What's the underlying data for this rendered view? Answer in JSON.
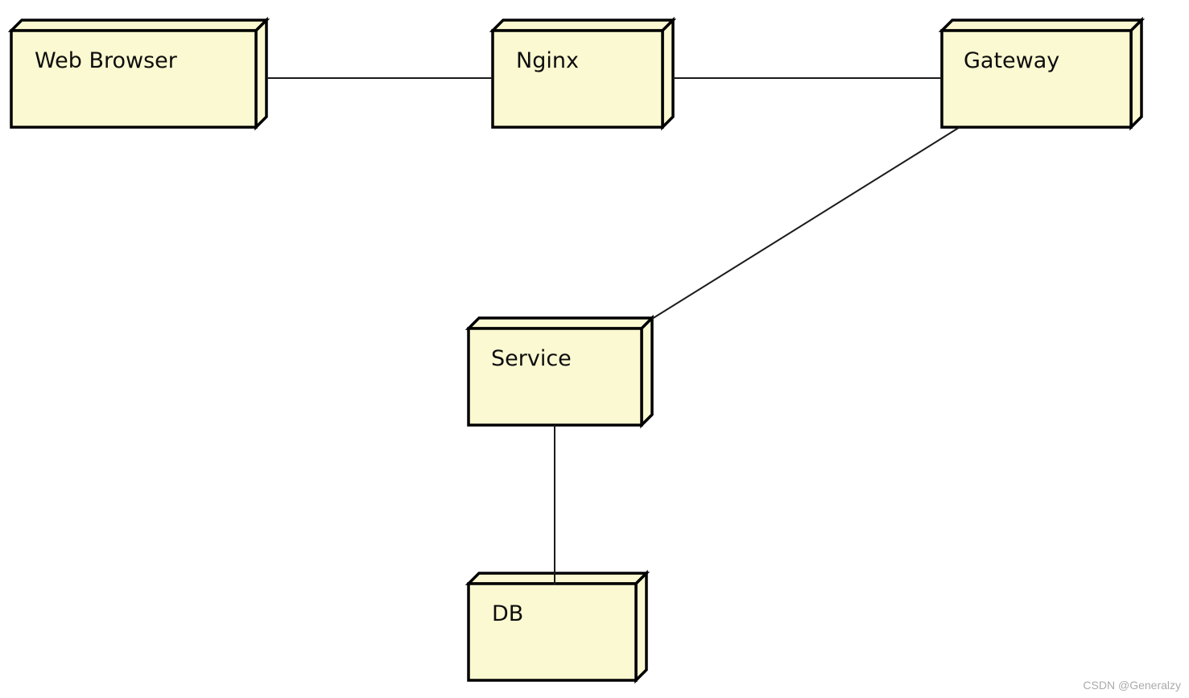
{
  "diagram": {
    "type": "uml-deployment-diagram",
    "nodes": [
      {
        "id": "web-browser",
        "label": "Web Browser"
      },
      {
        "id": "nginx",
        "label": "Nginx"
      },
      {
        "id": "gateway",
        "label": "Gateway"
      },
      {
        "id": "service",
        "label": "Service"
      },
      {
        "id": "db",
        "label": "DB"
      }
    ],
    "edges": [
      {
        "from": "web-browser",
        "to": "nginx"
      },
      {
        "from": "nginx",
        "to": "gateway"
      },
      {
        "from": "gateway",
        "to": "service"
      },
      {
        "from": "service",
        "to": "db"
      }
    ],
    "colors": {
      "node_fill": "#FBF9D1",
      "node_border": "#000000",
      "edge_line": "#1B1B1B",
      "background": "#FFFFFF",
      "watermark": "#ABABAB"
    }
  },
  "watermark": {
    "text": "CSDN @Generalzy"
  }
}
